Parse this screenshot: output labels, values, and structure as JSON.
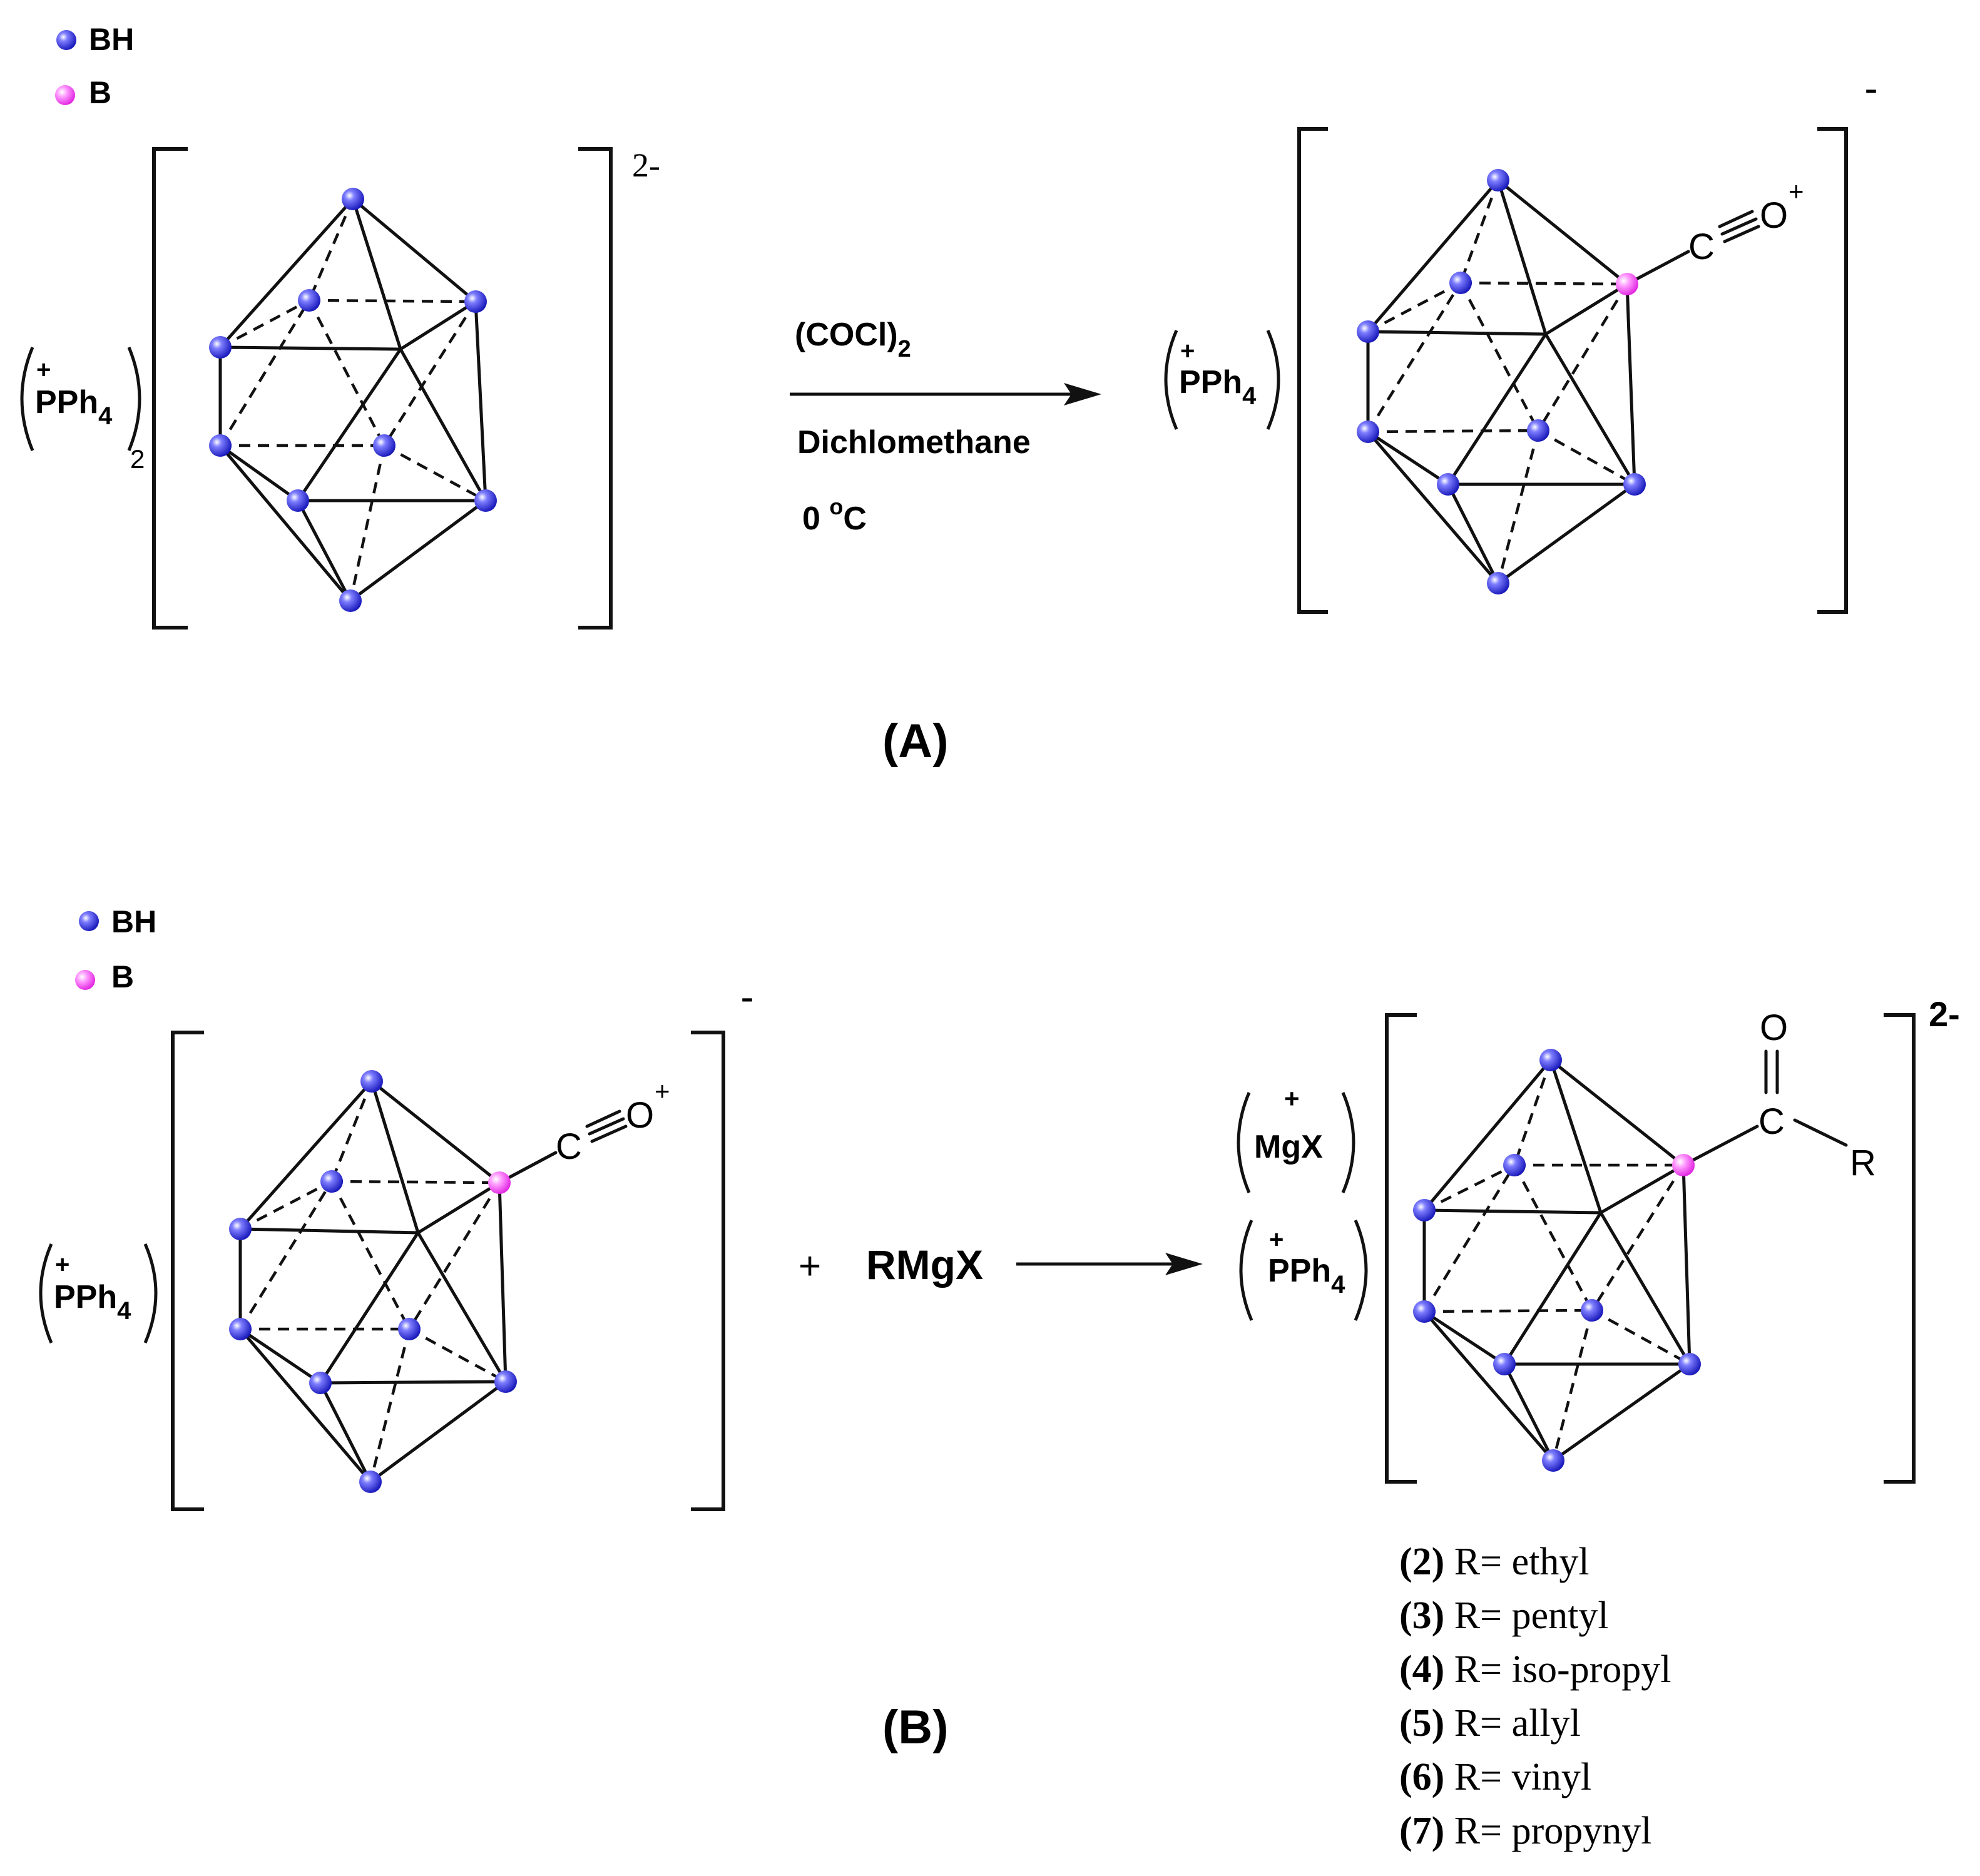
{
  "colors": {
    "bh_atom": "#3838e8",
    "b_atom": "#ff3cff",
    "bond": "#111111"
  },
  "legend": {
    "bh_label": "BH",
    "b_label": "B"
  },
  "panel_a": {
    "label": "(A)",
    "reactant": {
      "cation": "PPh",
      "cation_sub": "4",
      "cation_charge": "+",
      "count_sub": "2",
      "charge": "2-"
    },
    "reagents": {
      "reagent_main": "(COCl)",
      "reagent_sub": "2",
      "solvent": "Dichlomethane",
      "temp_value": "0 ",
      "temp_deg": "o",
      "temp_unit": "C"
    },
    "product": {
      "cation": "PPh",
      "cation_sub": "4",
      "cation_charge": "+",
      "charge": "-",
      "co_c": "C",
      "co_o": "O",
      "co_charge": "+"
    }
  },
  "panel_b": {
    "label": "(B)",
    "reactant": {
      "cation": "PPh",
      "cation_sub": "4",
      "cation_charge": "+",
      "charge": "-",
      "co_c": "C",
      "co_o": "O",
      "co_charge": "+"
    },
    "plus": "+",
    "reagent": "RMgX",
    "product": {
      "cation1": "MgX",
      "cation1_charge": "+",
      "cation2": "PPh",
      "cation2_sub": "4",
      "cation2_charge": "+",
      "charge": "2-",
      "acyl_o": "O",
      "acyl_c": "C",
      "acyl_r": "R"
    },
    "substituents": [
      {
        "num": "(2)",
        "text": " R= ethyl"
      },
      {
        "num": "(3)",
        "text": " R= pentyl"
      },
      {
        "num": "(4)",
        "text": " R= iso-propyl"
      },
      {
        "num": "(5)",
        "text": " R= allyl"
      },
      {
        "num": "(6)",
        "text": " R= vinyl"
      },
      {
        "num": "(7)",
        "text": " R= propynyl"
      }
    ]
  }
}
